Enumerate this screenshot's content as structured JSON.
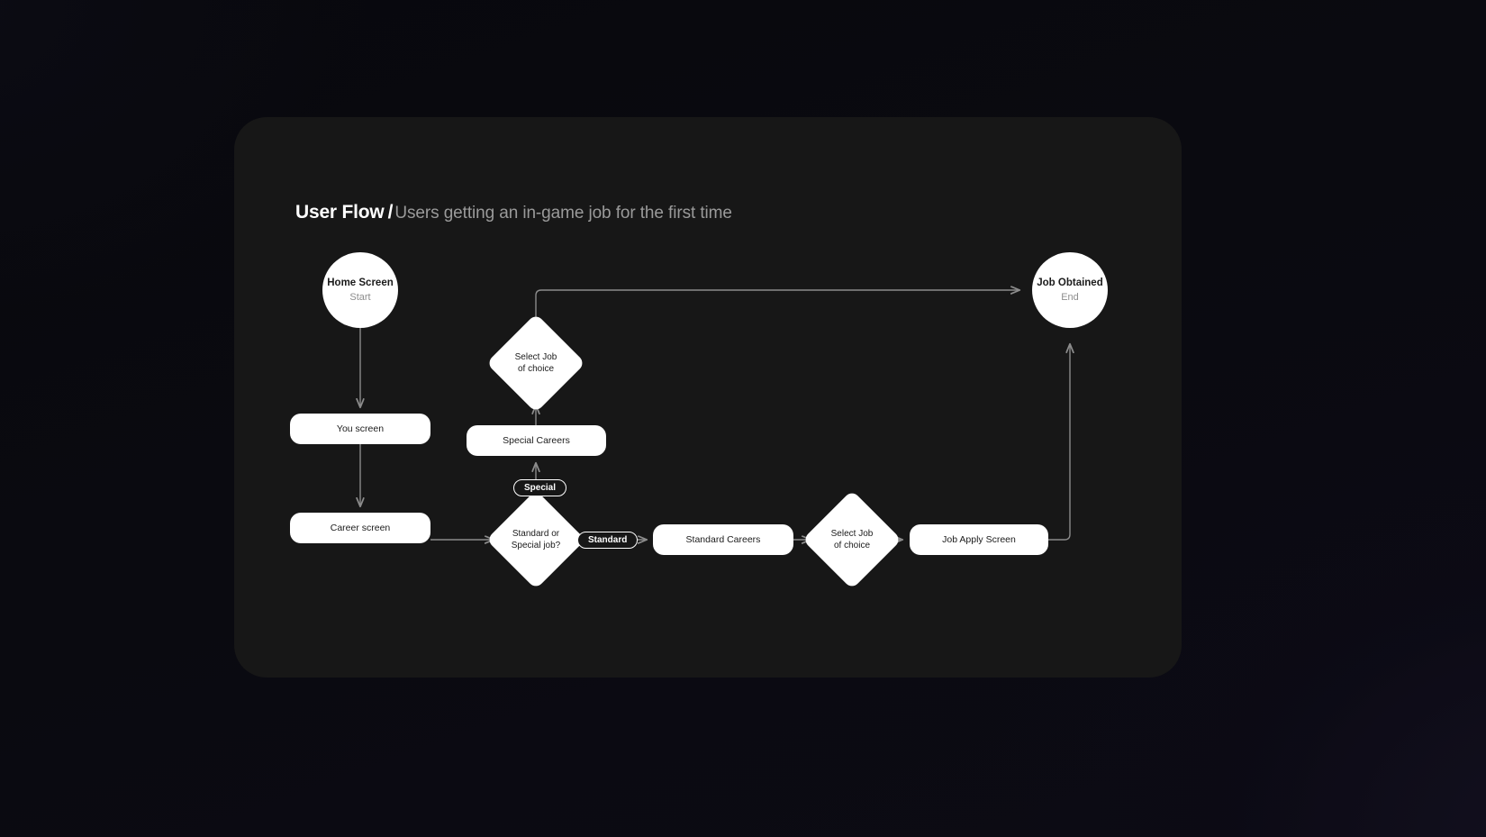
{
  "page": {
    "background_color": "#05050a",
    "card_color": "#171717"
  },
  "heading": {
    "main": "User Flow",
    "separator": "/",
    "subtitle": "Users getting an in-game job for the first time"
  },
  "diagram": {
    "node_fill": "#ffffff",
    "node_text_color": "#1b1b1b",
    "node_subtext_color": "#8d8d8d",
    "connector_color": "#8c8c8c",
    "nodes": [
      {
        "id": "home-screen",
        "shape": "circle",
        "title": "Home Screen",
        "subtitle": "Start"
      },
      {
        "id": "job-obtained",
        "shape": "circle",
        "title": "Job Obtained",
        "subtitle": "End"
      },
      {
        "id": "you-screen",
        "shape": "rect",
        "title": "You screen"
      },
      {
        "id": "career-screen",
        "shape": "rect",
        "title": "Career screen"
      },
      {
        "id": "special-careers",
        "shape": "rect",
        "title": "Special Careers"
      },
      {
        "id": "standard-careers",
        "shape": "rect",
        "title": "Standard Careers"
      },
      {
        "id": "job-apply-screen",
        "shape": "rect",
        "title": "Job Apply Screen"
      },
      {
        "id": "select-job-top",
        "shape": "diamond",
        "line1": "Select Job",
        "line2": "of choice"
      },
      {
        "id": "decision-job-type",
        "shape": "diamond",
        "line1": "Standard or",
        "line2": "Special job?"
      },
      {
        "id": "select-job-bottom",
        "shape": "diamond",
        "line1": "Select Job",
        "line2": "of choice"
      }
    ],
    "edge_labels": [
      {
        "id": "label-special",
        "text": "Special"
      },
      {
        "id": "label-standard",
        "text": "Standard"
      }
    ]
  }
}
